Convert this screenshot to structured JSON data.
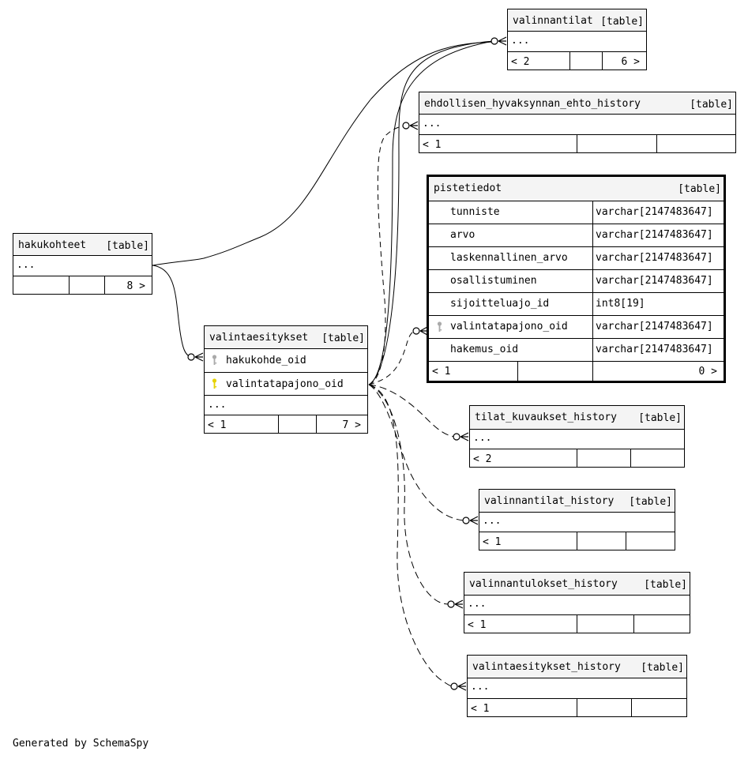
{
  "tables": {
    "valinnantilat": {
      "name": "valinnantilat",
      "tag": "[table]",
      "more": "...",
      "footer_left": "< 2",
      "footer_right": "6 >"
    },
    "ehdollisen": {
      "name": "ehdollisen_hyvaksynnan_ehto_history",
      "tag": "[table]",
      "more": "...",
      "footer_left": "< 1"
    },
    "pistetiedot": {
      "name": "pistetiedot",
      "tag": "[table]",
      "columns": [
        {
          "name": "tunniste",
          "type": "varchar[2147483647]"
        },
        {
          "name": "arvo",
          "type": "varchar[2147483647]"
        },
        {
          "name": "laskennallinen_arvo",
          "type": "varchar[2147483647]"
        },
        {
          "name": "osallistuminen",
          "type": "varchar[2147483647]"
        },
        {
          "name": "sijoitteluajo_id",
          "type": "int8[19]"
        },
        {
          "name": "valintatapajono_oid",
          "type": "varchar[2147483647]"
        },
        {
          "name": "hakemus_oid",
          "type": "varchar[2147483647]"
        }
      ],
      "footer_left": "< 1",
      "footer_right": "0 >"
    },
    "hakukohteet": {
      "name": "hakukohteet",
      "tag": "[table]",
      "more": "...",
      "footer_right": "8 >"
    },
    "valintaesitykset": {
      "name": "valintaesitykset",
      "tag": "[table]",
      "columns": [
        {
          "name": "hakukohde_oid"
        },
        {
          "name": "valintatapajono_oid"
        }
      ],
      "more": "...",
      "footer_left": "< 1",
      "footer_right": "7 >"
    },
    "tilat_kuvaukset_history": {
      "name": "tilat_kuvaukset_history",
      "tag": "[table]",
      "more": "...",
      "footer_left": "< 2"
    },
    "valinnantilat_history": {
      "name": "valinnantilat_history",
      "tag": "[table]",
      "more": "...",
      "footer_left": "< 1"
    },
    "valinnantulokset_history": {
      "name": "valinnantulokset_history",
      "tag": "[table]",
      "more": "...",
      "footer_left": "< 1"
    },
    "valintaesitykset_history": {
      "name": "valintaesitykset_history",
      "tag": "[table]",
      "more": "...",
      "footer_left": "< 1"
    }
  },
  "footer_note": "Generated by SchemaSpy",
  "colors": {
    "primary_key": "#e6d200",
    "foreign_key": "#aaaaaa",
    "header_bg": "#f4f4f4"
  }
}
